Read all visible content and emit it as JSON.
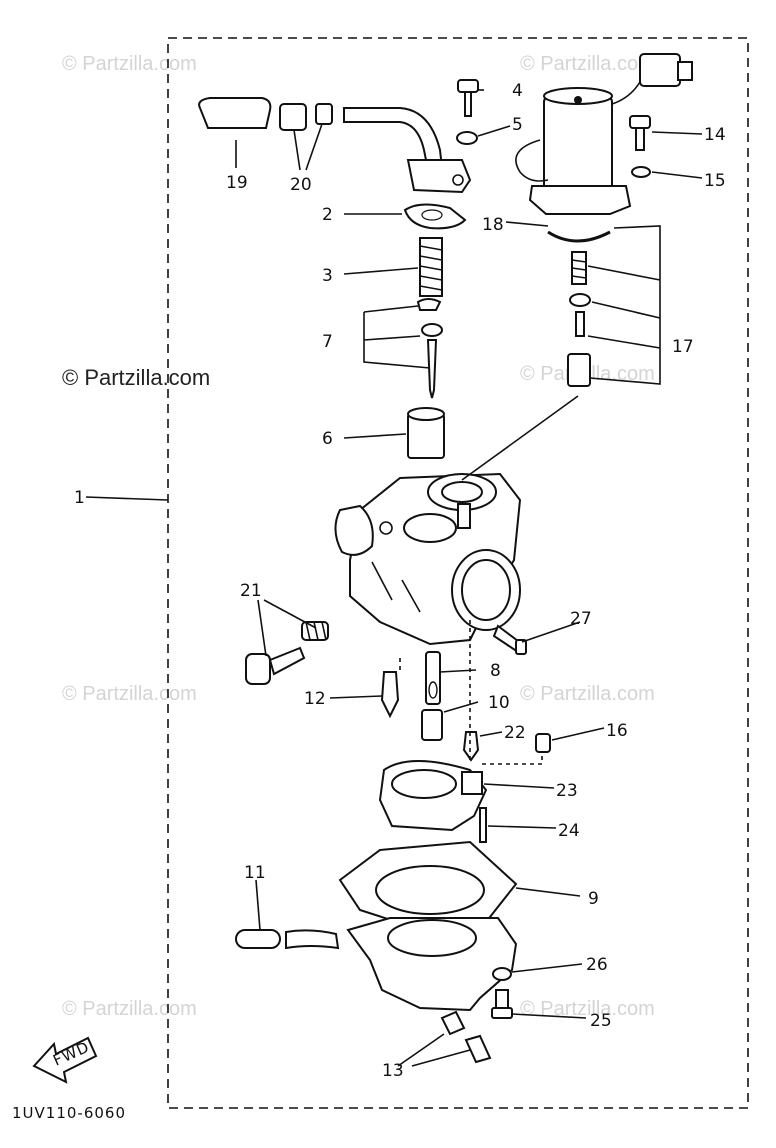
{
  "watermark": {
    "text": "© Partzilla.com"
  },
  "diagram_code": "1UV110-6060",
  "fwd_label": "FWD",
  "callouts": {
    "c1": "1",
    "c2": "2",
    "c3": "3",
    "c4": "4",
    "c5": "5",
    "c6": "6",
    "c7": "7",
    "c8": "8",
    "c9": "9",
    "c10": "10",
    "c11": "11",
    "c12": "12",
    "c13": "13",
    "c14": "14",
    "c15": "15",
    "c16": "16",
    "c17": "17",
    "c18": "18",
    "c19": "19",
    "c20": "20",
    "c21": "21",
    "c22": "22",
    "c23": "23",
    "c24": "24",
    "c25": "25",
    "c26": "26",
    "c27": "27"
  }
}
